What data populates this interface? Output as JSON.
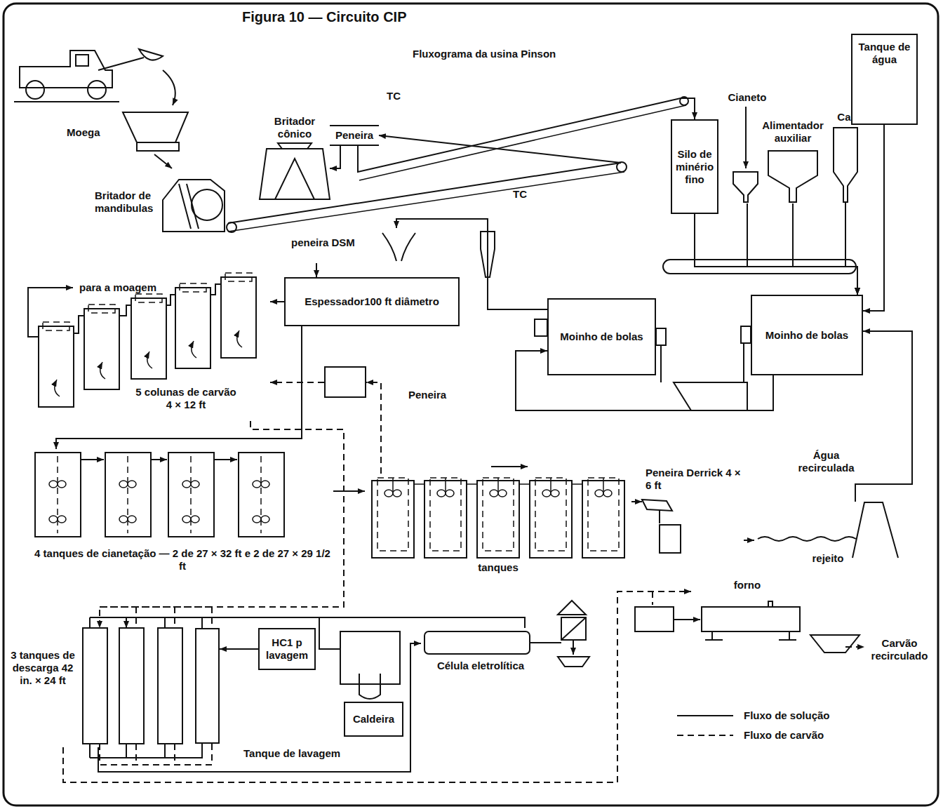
{
  "diagram": {
    "title": "Figura 10 — Circuito CIP",
    "nodes": [
      {
        "text": [
          "Moega"
        ]
      },
      {
        "text": [
          "Britador de mandibulas"
        ]
      },
      {
        "text": [
          "Britador cônico"
        ]
      },
      {
        "text": [
          "Peneira"
        ]
      },
      {
        "text": [
          "Silo de minério fino"
        ]
      },
      {
        "text": [
          "Cianeto"
        ]
      },
      {
        "text": [
          "Alimentador auxiliar"
        ]
      },
      {
        "text": [
          "Cal"
        ]
      },
      {
        "text": [
          "Tanque de água"
        ]
      },
      {
        "text": [
          "peneira DSM"
        ]
      },
      {
        "text": [
          "Espessador100 ft diâmetro"
        ]
      },
      {
        "text": [
          "Moinho de bolas"
        ]
      },
      {
        "text": [
          "Moinho de bolas"
        ]
      },
      {
        "text": [
          "5 colunas de carvão 4 × 12 ft"
        ]
      },
      {
        "text": [
          "Peneira"
        ]
      },
      {
        "text": [
          "4 tanques de cianetação — 2 de 27 × 32 ft e 2 de 27 × 29 1/2 ft"
        ]
      },
      {
        "text": [
          "tanques"
        ]
      },
      {
        "text": [
          "Peneira Derrick 4 × 6 ft"
        ]
      },
      {
        "text": [
          "rejeito"
        ]
      },
      {
        "text": [
          "3 tanques de descarga 42 in. × 24 ft"
        ]
      },
      {
        "text": [
          "Tanque de lavagem"
        ]
      },
      {
        "text": [
          "HC1 p lavagem"
        ]
      },
      {
        "text": [
          "Caldeira"
        ]
      },
      {
        "text": [
          "Célula eletrolítica"
        ]
      },
      {
        "text": [
          "forno"
        ]
      }
    ],
    "edges": [
      {
        "from": 0,
        "to": 1,
        "arrow": "to"
      },
      {
        "from": 1,
        "to": 3,
        "arrow": "to"
      },
      {
        "from": 3,
        "to": 2,
        "arrow": "to"
      },
      {
        "from": 3,
        "to": 4,
        "arrow": "to"
      },
      {
        "from": 4,
        "to": 12,
        "arrow": "to"
      },
      {
        "from": 5,
        "to": 12,
        "arrow": "to"
      },
      {
        "from": 6,
        "to": 12,
        "arrow": "to"
      },
      {
        "from": 7,
        "to": 12,
        "arrow": "to"
      },
      {
        "from": 8,
        "to": 12,
        "arrow": "to"
      },
      {
        "from": 12,
        "to": 11,
        "arrow": "to"
      },
      {
        "from": 11,
        "to": 9,
        "arrow": "to"
      },
      {
        "from": 9,
        "to": 10,
        "arrow": "to"
      },
      {
        "from": 10,
        "to": 13,
        "arrow": "to"
      },
      {
        "from": 10,
        "to": 15,
        "arrow": "to"
      },
      {
        "from": 15,
        "to": 16,
        "arrow": "to"
      },
      {
        "from": 16,
        "to": 17,
        "arrow": "to"
      },
      {
        "from": 17,
        "to": 18,
        "arrow": "to"
      },
      {
        "from": 18,
        "to": 12,
        "arrow": "to"
      },
      {
        "from": 16,
        "to": 14,
        "arrow": "to"
      },
      {
        "from": 14,
        "to": 13,
        "arrow": "to"
      },
      {
        "from": 13,
        "to": 19,
        "arrow": "to"
      },
      {
        "from": 21,
        "to": 20,
        "arrow": "to"
      },
      {
        "from": 19,
        "to": 23,
        "arrow": "to"
      },
      {
        "from": 23,
        "to": 19,
        "arrow": "to"
      },
      {
        "from": 19,
        "to": 24,
        "arrow": "to"
      }
    ],
    "labels": [
      "Fluxograma da usina Pinson",
      "TC",
      "TC",
      "para a moagem",
      "Água recirculada",
      "Carvão recirculado"
    ],
    "legend": [
      {
        "text": "Fluxo de solução"
      },
      {
        "text": "Fluxo de carvão"
      }
    ]
  }
}
